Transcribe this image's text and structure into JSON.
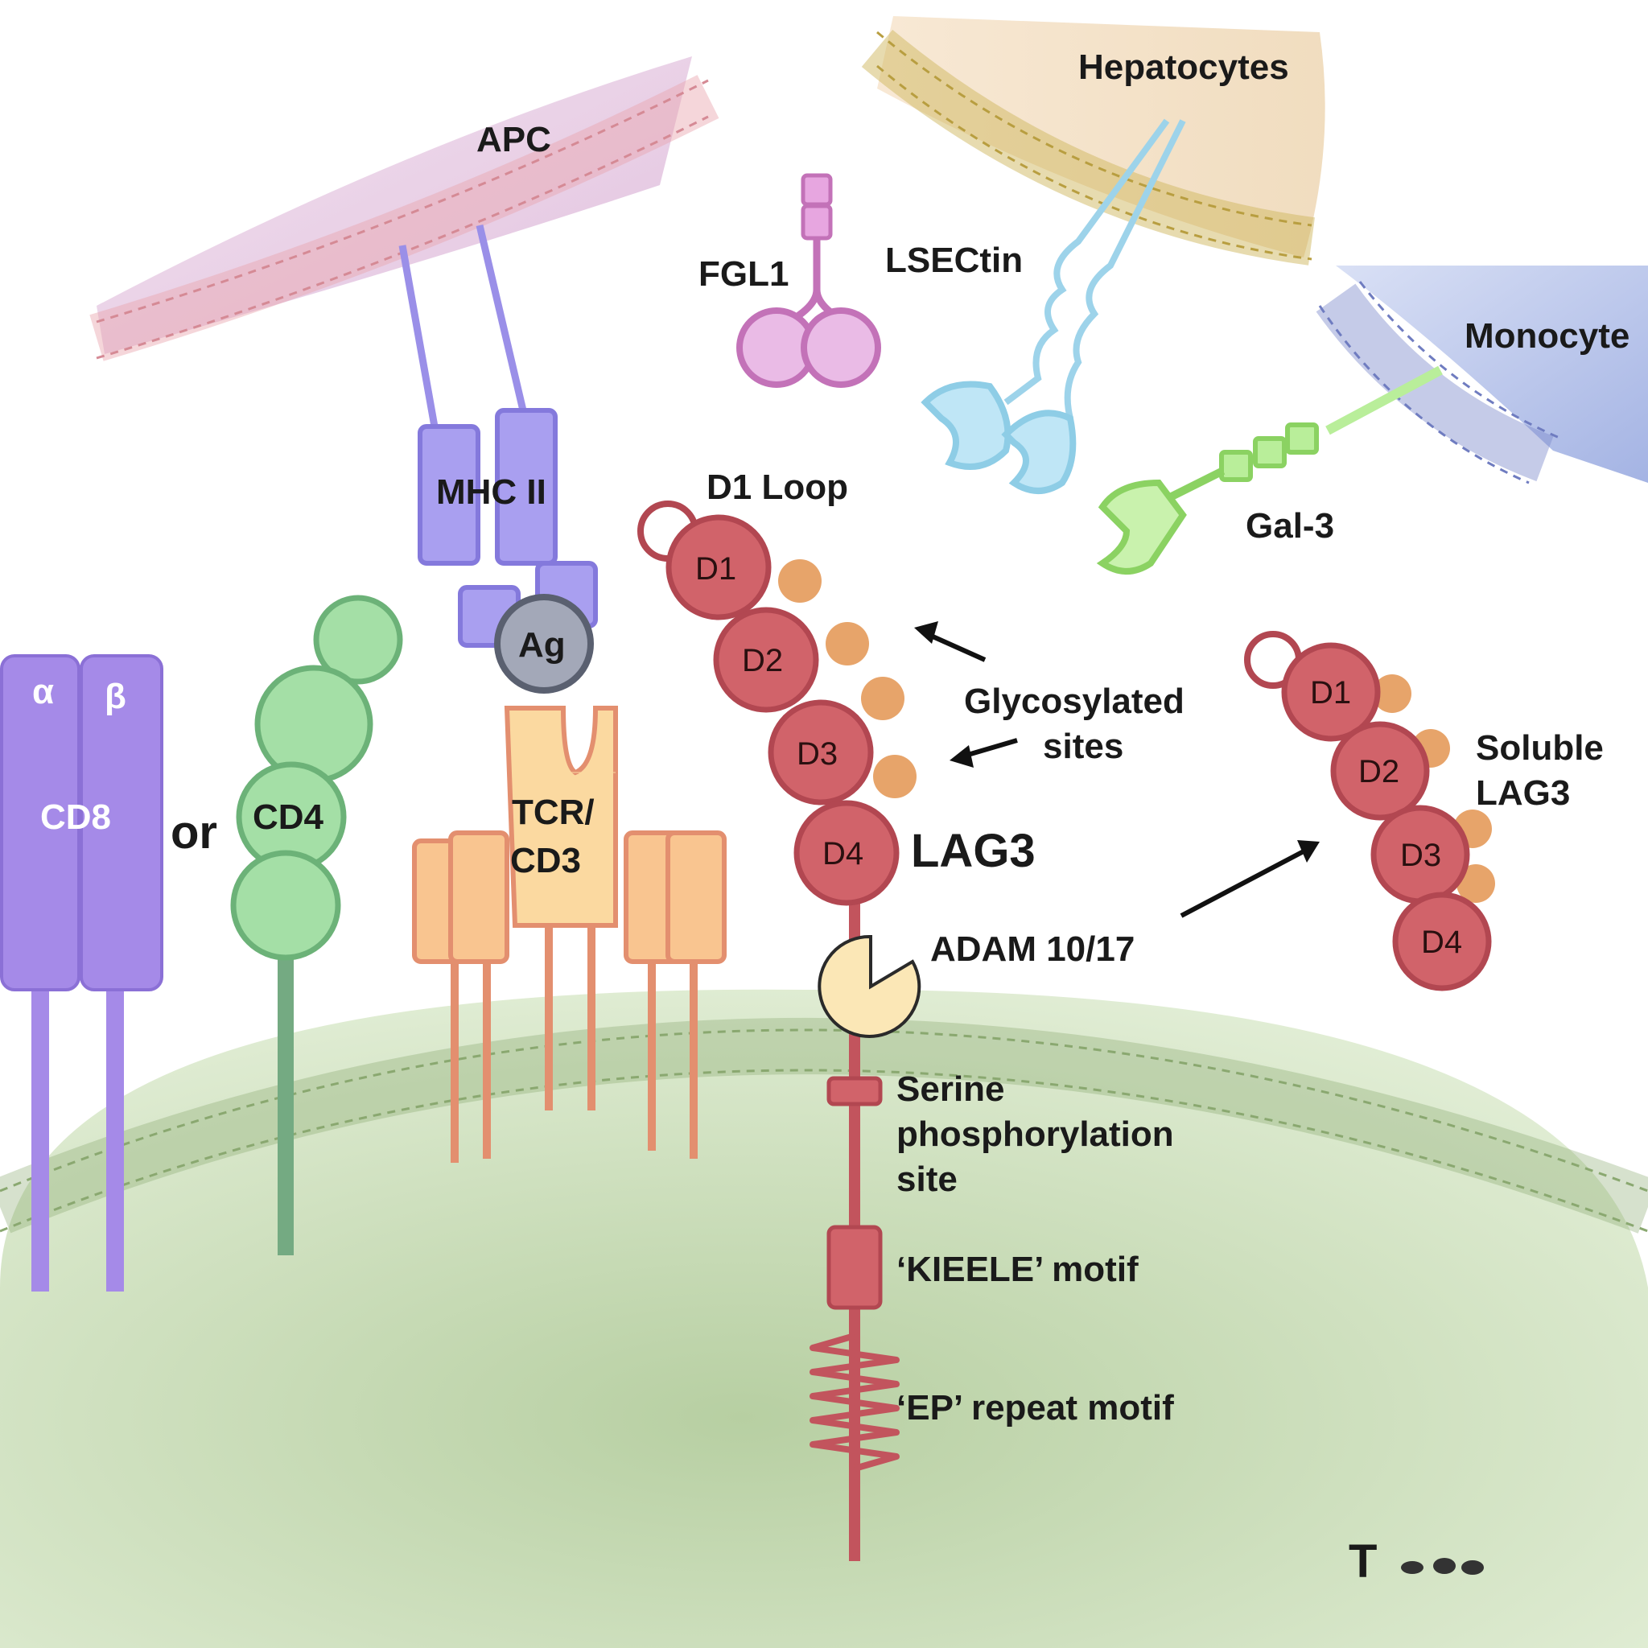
{
  "cells": {
    "apc": "APC",
    "hepatocytes": "Hepatocytes",
    "monocyte": "Monocyte",
    "t_cell": "T"
  },
  "ligands": {
    "fgl1": "FGL1",
    "lsectin": "LSECtin",
    "gal3": "Gal-3",
    "mhc2": "MHC II",
    "antigen": "Ag"
  },
  "tcell_proteins": {
    "cd8": "CD8",
    "cd8_alpha": "α",
    "cd8_beta": "β",
    "or": "or",
    "cd4": "CD4",
    "tcr_line1": "TCR/",
    "tcr_line2": "CD3"
  },
  "lag3": {
    "name": "LAG3",
    "d1_loop": "D1 Loop",
    "domains": [
      "D1",
      "D2",
      "D3",
      "D4"
    ],
    "glyco_line1": "Glycosylated",
    "glyco_line2": "sites",
    "adam": "ADAM 10/17",
    "serine_line1": "Serine",
    "serine_line2": "phosphorylation",
    "serine_line3": "site",
    "kieele": "‘KIEELE’ motif",
    "ep": "‘EP’ repeat motif"
  },
  "soluble_lag3": {
    "line1": "Soluble",
    "line2": "LAG3",
    "domains": [
      "D1",
      "D2",
      "D3",
      "D4"
    ]
  },
  "colors": {
    "tcell_fill": "#d3e6c0",
    "tcell_membrane": "#8aa870",
    "apc_membrane": "#e8a4ad",
    "apc_fill": "#e3c6e0",
    "hepatocyte_membrane": "#d0b860",
    "hepatocyte_fill": "#f3dfc4",
    "monocyte_membrane": "#7f8ccc",
    "monocyte_fill": "#a9b8e6",
    "lag3": "#d1636a",
    "glycan": "#e7a46a",
    "cd8": "#a58ae8",
    "cd4": "#9fd9a0",
    "mhc2": "#a99ff0",
    "tcr": "#f8c98f",
    "fgl1": "#e7a6e0",
    "lsectin": "#bfe6f6",
    "gal3": "#b9ee9a",
    "adam": "#fbe7b6"
  }
}
